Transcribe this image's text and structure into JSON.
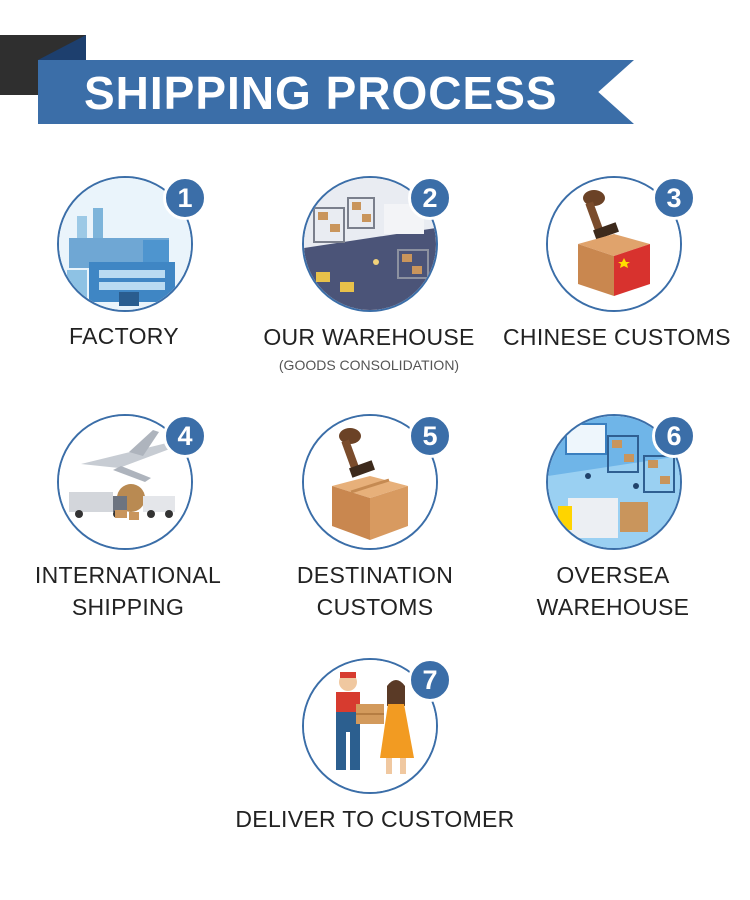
{
  "header": {
    "title": "SHIPPING PROCESS"
  },
  "colors": {
    "accent": "#3b6ea8",
    "accent_dark": "#1d3f6e",
    "corner": "#2f2f2f"
  },
  "steps": [
    {
      "number": "1",
      "label": "FACTORY",
      "icon": "factory-icon"
    },
    {
      "number": "2",
      "label": "OUR WAREHOUSE",
      "sublabel": "(GOODS CONSOLIDATION)",
      "icon": "warehouse-icon"
    },
    {
      "number": "3",
      "label": "CHINESE CUSTOMS",
      "icon": "customs-stamp-china-box-icon"
    },
    {
      "number": "4",
      "label_line1": "INTERNATIONAL",
      "label_line2": "SHIPPING",
      "icon": "plane-truck-globe-icon"
    },
    {
      "number": "5",
      "label_line1": "DESTINATION",
      "label_line2": "CUSTOMS",
      "icon": "customs-stamp-box-icon"
    },
    {
      "number": "6",
      "label_line1": "OVERSEA",
      "label_line2": "WAREHOUSE",
      "icon": "oversea-warehouse-icon"
    },
    {
      "number": "7",
      "label": "DELIVER TO CUSTOMER",
      "icon": "delivery-handover-icon"
    }
  ]
}
